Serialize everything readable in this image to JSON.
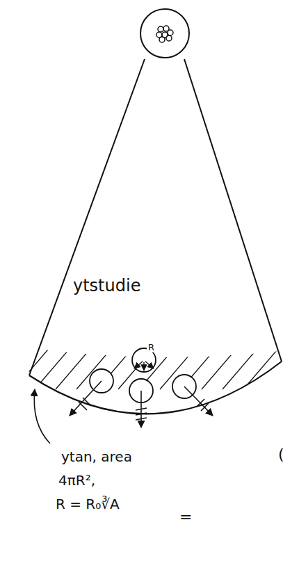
{
  "diagram": {
    "labels": [
      "ytstudie",
      "R",
      "ytan, area",
      "4πR²,",
      "R = R₀∛A",
      "(",
      "="
    ]
  }
}
